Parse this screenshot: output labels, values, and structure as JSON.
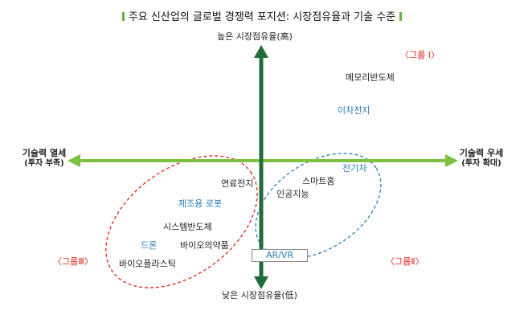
{
  "title": "주요 신산업의 글로벌 경쟁력 포지션: 시장점유율과 기술 수준",
  "axes": {
    "y_top": "높은 시장점유율(高)",
    "y_bottom": "낮은 시장점유율(低)",
    "x_left_line1": "기술력 열세",
    "x_left_line2": "(투자 부족)",
    "x_right_line1": "기술력 우세",
    "x_right_line2": "(투자 확대)"
  },
  "groups": {
    "group1": "〈그룹 Ⅰ〉",
    "group2": "〈그룹Ⅱ〉",
    "group3": "〈그룹Ⅲ〉"
  },
  "industries": {
    "memory": "메모리반도체",
    "secondary_battery": "이차전지",
    "electric_vehicle": "전기차",
    "smart_home": "스마트홈",
    "fuel_cell": "연료전지",
    "ai": "인공지능",
    "manufacturing_robot": "제조용 로봇",
    "system_semiconductor": "시스템반도체",
    "drone": "드론",
    "biopharma": "바이오의약품",
    "bioplastic": "바이오플라스틱",
    "arvr": "AR/VR"
  },
  "colors": {
    "vertical_axis": "#1f6b3a",
    "horizontal_axis": "#7dc142",
    "group3_ellipse": "#e0241b",
    "group2_ellipse": "#2b7bb9",
    "label_blue": "#2b7bb9",
    "label_red": "#e0241b"
  }
}
